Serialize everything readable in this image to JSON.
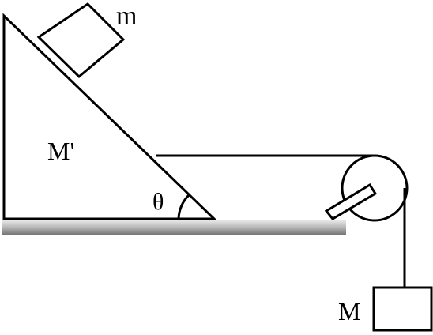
{
  "labels": {
    "block_top": "m",
    "wedge": "M'",
    "angle": "θ",
    "hanging_block": "M"
  },
  "colors": {
    "stroke": "#000000",
    "background": "#ffffff",
    "ground_light": "#e6e6e6",
    "ground_dark": "#7a7a7a"
  }
}
